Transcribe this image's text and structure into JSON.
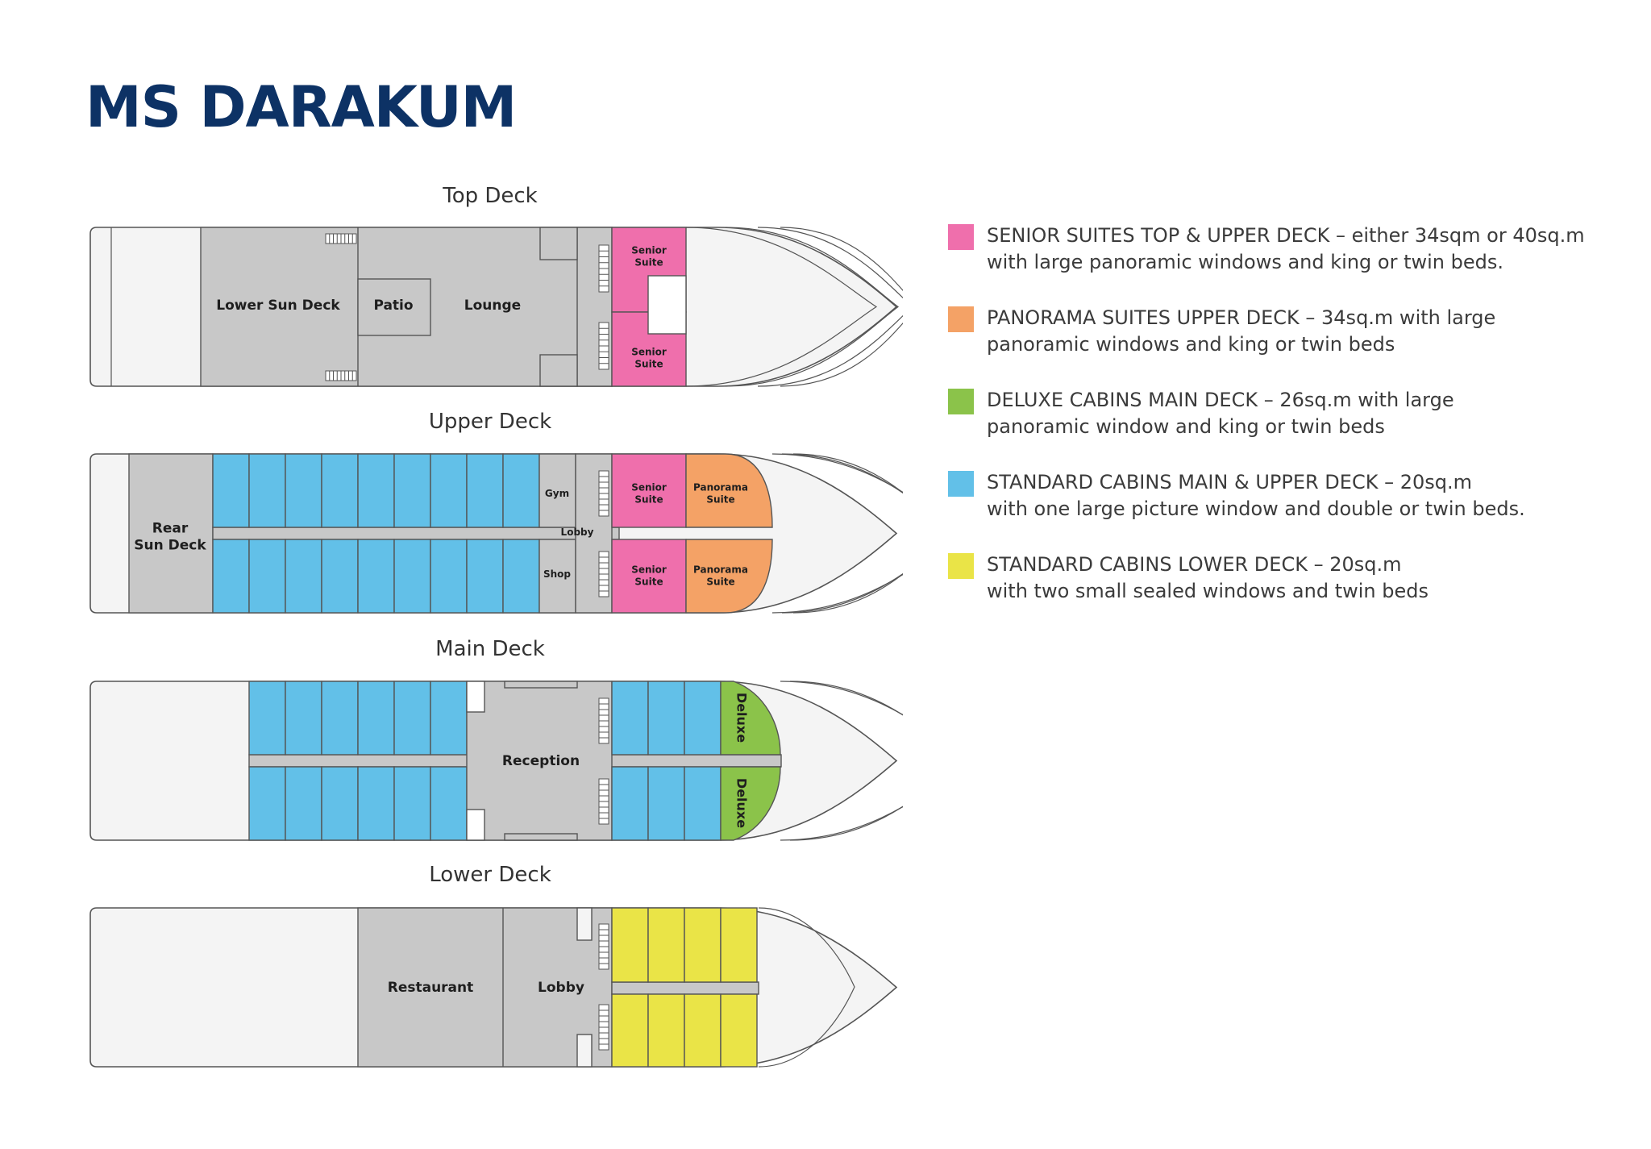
{
  "title": "MS DARAKUM",
  "colors": {
    "senior": "#ef6fac",
    "panorama": "#f4a266",
    "deluxe": "#8bc34a",
    "standard": "#62c0e8",
    "lower": "#eae447",
    "common": "#c8c8c8",
    "hull": "#f4f4f4",
    "stroke": "#555555",
    "title": "#0d3265"
  },
  "decks": {
    "top": {
      "label": "Top Deck",
      "rooms": {
        "lower_sun_deck": "Lower Sun Deck",
        "patio": "Patio",
        "lounge": "Lounge",
        "senior_suite": "Senior Suite"
      }
    },
    "upper": {
      "label": "Upper Deck",
      "rooms": {
        "rear_sun_deck": "Rear Sun Deck",
        "gym": "Gym",
        "lobby": "Lobby",
        "shop": "Shop",
        "senior_suite": "Senior Suite",
        "panorama_suite": "Panorama Suite"
      }
    },
    "main": {
      "label": "Main Deck",
      "rooms": {
        "reception": "Reception",
        "deluxe": "Deluxe"
      }
    },
    "lower": {
      "label": "Lower Deck",
      "rooms": {
        "restaurant": "Restaurant",
        "lobby": "Lobby"
      }
    }
  },
  "legend": [
    {
      "color": "#ef6fac",
      "line1": "SENIOR SUITES TOP & UPPER DECK – either 34sqm or 40sq.m",
      "line2": "with large panoramic windows and king or twin beds."
    },
    {
      "color": "#f4a266",
      "line1": "PANORAMA SUITES UPPER DECK – 34sq.m with large",
      "line2": "panoramic windows and king or twin beds"
    },
    {
      "color": "#8bc34a",
      "line1": "DELUXE CABINS MAIN DECK – 26sq.m with large",
      "line2": "panoramic window and king or twin beds"
    },
    {
      "color": "#62c0e8",
      "line1": "STANDARD CABINS MAIN & UPPER DECK – 20sq.m",
      "line2": "with one large picture window and double or twin beds."
    },
    {
      "color": "#eae447",
      "line1": "STANDARD CABINS LOWER DECK – 20sq.m",
      "line2": "with two small sealed windows and twin beds"
    }
  ]
}
